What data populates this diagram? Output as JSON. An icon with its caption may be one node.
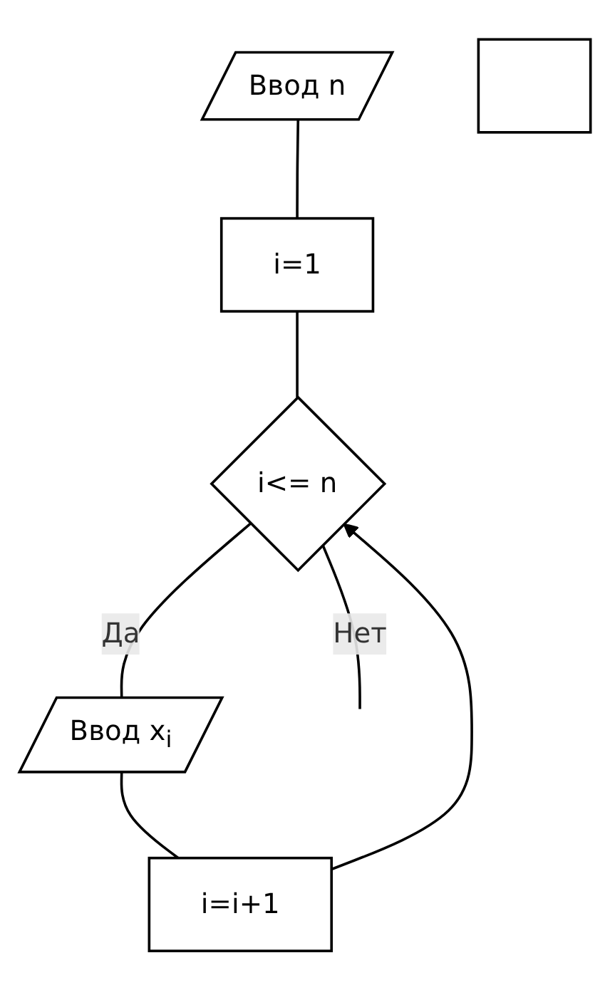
{
  "diagram": {
    "nodes": [
      {
        "text": [
          "Ввод n"
        ]
      },
      {
        "text": [
          "i=1"
        ]
      },
      {
        "text": [
          "i<= n"
        ]
      },
      {
        "text": [
          "Ввод x$_{i}$"
        ]
      },
      {
        "text": [
          "i=i+1"
        ]
      },
      {
        "text": [],
        "shape": "box"
      }
    ],
    "edges": [
      {
        "from": 0,
        "to": 1,
        "arrow": "none"
      },
      {
        "from": 1,
        "to": 2,
        "arrow": "none"
      },
      {
        "from": 2,
        "to": 3,
        "arrow": "none",
        "label": "Да"
      },
      {
        "from": 2,
        "to": null,
        "arrow": "none",
        "label": "Нет"
      },
      {
        "from": 3,
        "to": 4,
        "arrow": "none"
      },
      {
        "from": 4,
        "to": 2,
        "arrow": "to"
      }
    ]
  }
}
